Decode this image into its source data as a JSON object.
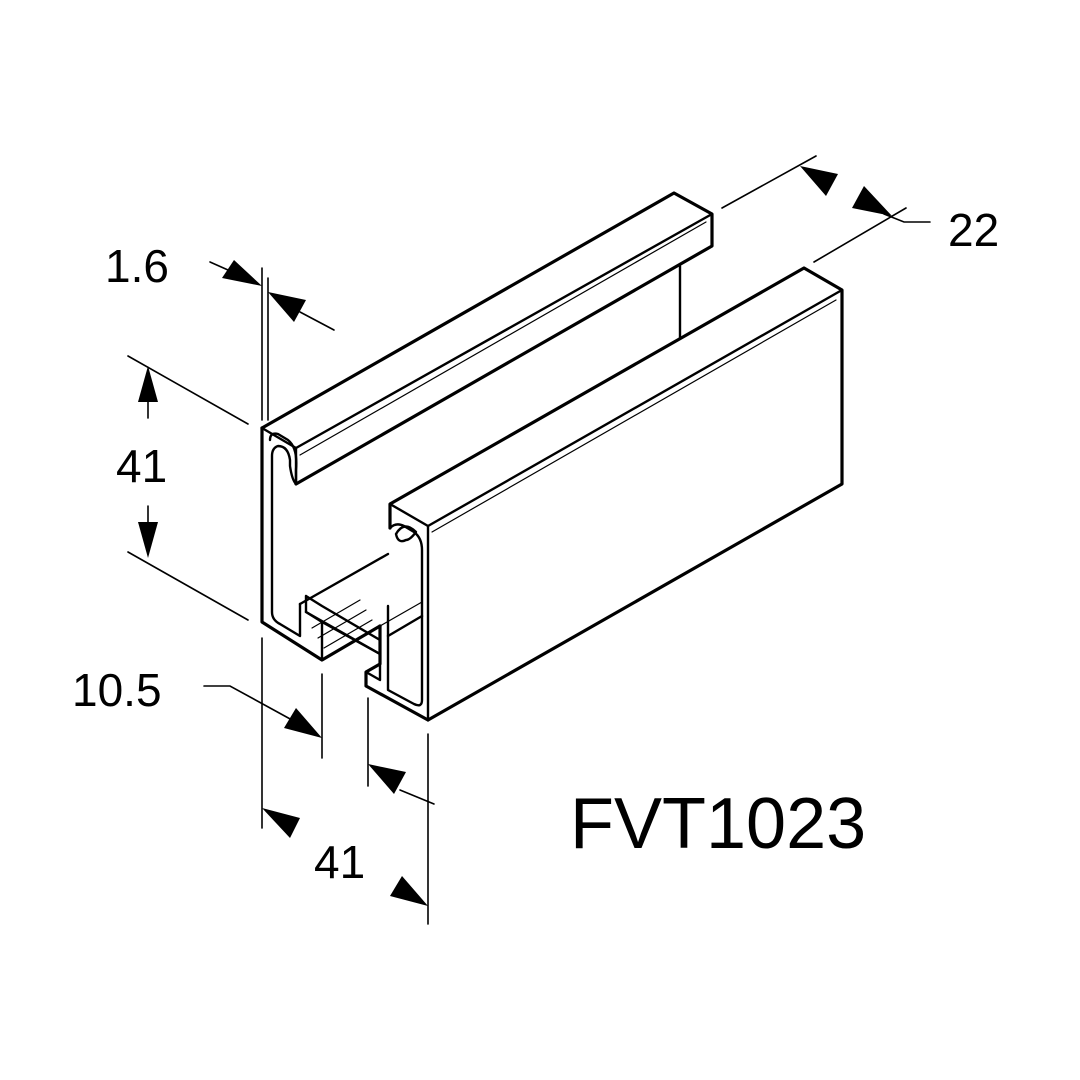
{
  "drawing": {
    "part_number": "FVT1023",
    "dimensions": {
      "wall_thickness": "1.6",
      "height": "41",
      "width": "41",
      "slot_offset": "10.5",
      "slot_width": "22"
    }
  },
  "colors": {
    "line": "#000000",
    "background": "#ffffff"
  }
}
